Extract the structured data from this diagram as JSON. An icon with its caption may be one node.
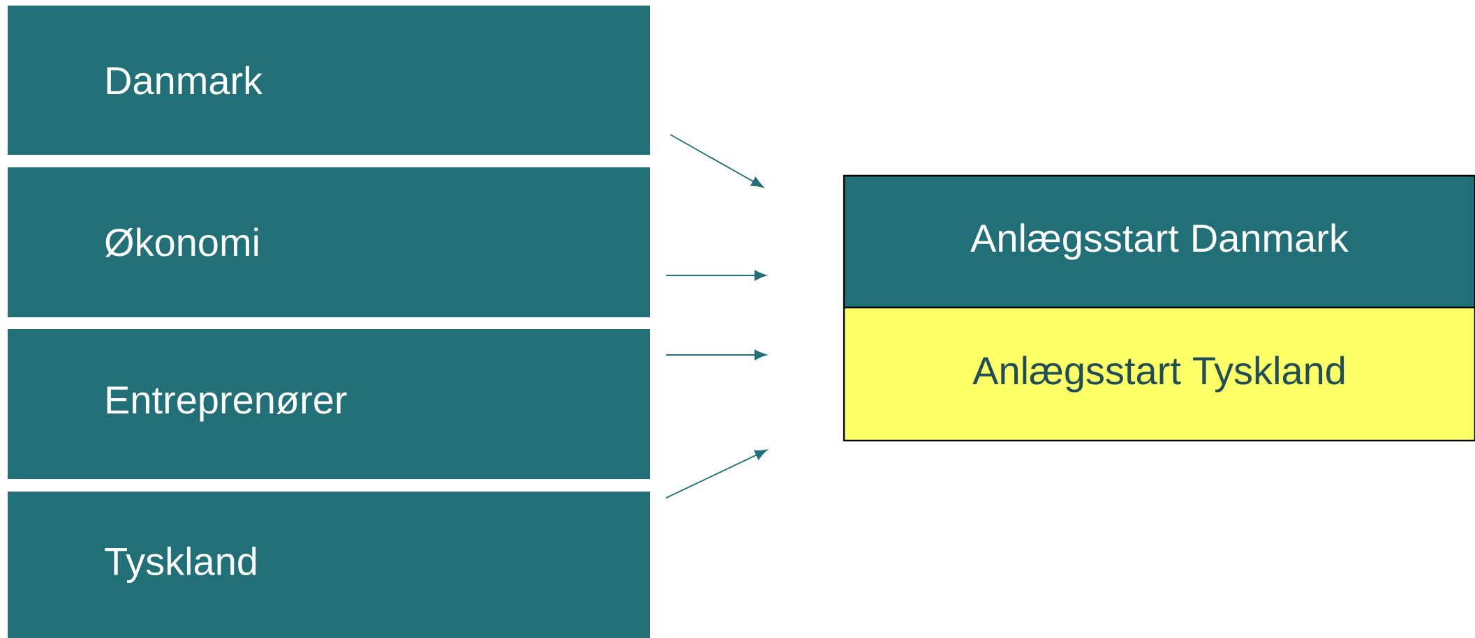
{
  "diagram": {
    "nodes": [
      {
        "text": [
          "Danmark"
        ]
      },
      {
        "text": [
          "Økonomi"
        ]
      },
      {
        "text": [
          "Entreprenører"
        ]
      },
      {
        "text": [
          "Tyskland"
        ]
      },
      {
        "text": [
          "Anlægsstart Danmark"
        ]
      },
      {
        "text": [
          "Anlægsstart Tyskland"
        ]
      }
    ],
    "edges": [
      {
        "from": 0,
        "to": 4,
        "arrow": "to"
      },
      {
        "from": 1,
        "to": 4,
        "arrow": "to"
      },
      {
        "from": 2,
        "to": 5,
        "arrow": "to"
      },
      {
        "from": 3,
        "to": 5,
        "arrow": "to"
      }
    ]
  }
}
